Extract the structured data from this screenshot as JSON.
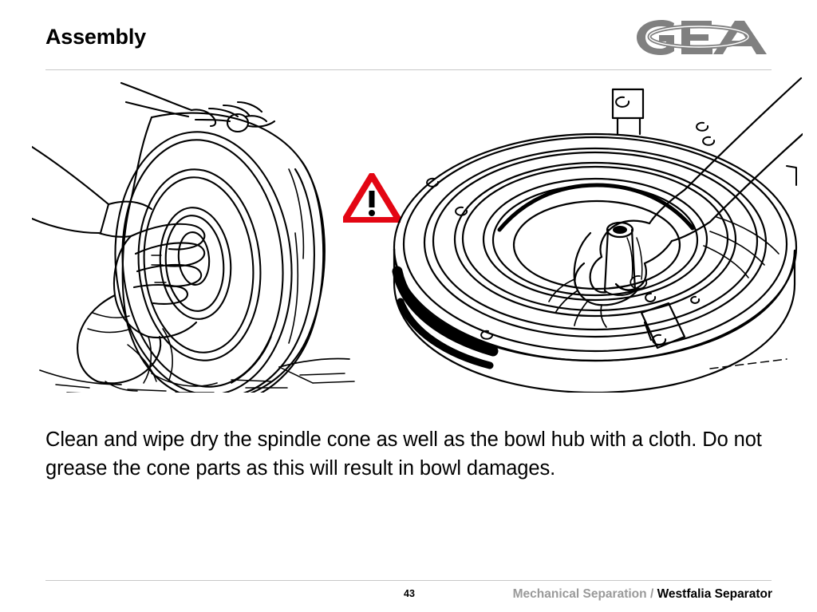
{
  "slide": {
    "title": "Assembly",
    "body_text": "Clean and wipe dry the spindle cone as well as the bowl hub with a cloth. Do not grease the cone parts as this will result in bowl damages.",
    "background_color": "#ffffff",
    "rule_color": "#c8c8c8"
  },
  "logo": {
    "name": "GEA",
    "text": "GEA",
    "color": "#808080",
    "description": "GEA wordmark with elliptical ring through the letters"
  },
  "warning": {
    "icon": "warning-triangle-icon",
    "symbol": "!",
    "triangle_color": "#e30613",
    "symbol_color": "#000000"
  },
  "figures": [
    {
      "id": "spindle-cone-illustration",
      "caption_subject": "spindle cone",
      "description": "Line drawing: two hands cleaning a conical spindle cone with a cloth",
      "line_color": "#000000"
    },
    {
      "id": "bowl-hub-illustration",
      "caption_subject": "bowl hub",
      "description": "Line drawing: a hand with a cloth cleaning the hub cone inside the separator bowl",
      "line_color": "#000000"
    }
  ],
  "footer": {
    "page_number": "43",
    "department": "Mechanical Separation",
    "separator": "/",
    "business_unit": "Westfalia Separator",
    "department_color": "#9a9a9a",
    "business_unit_color": "#000000"
  }
}
